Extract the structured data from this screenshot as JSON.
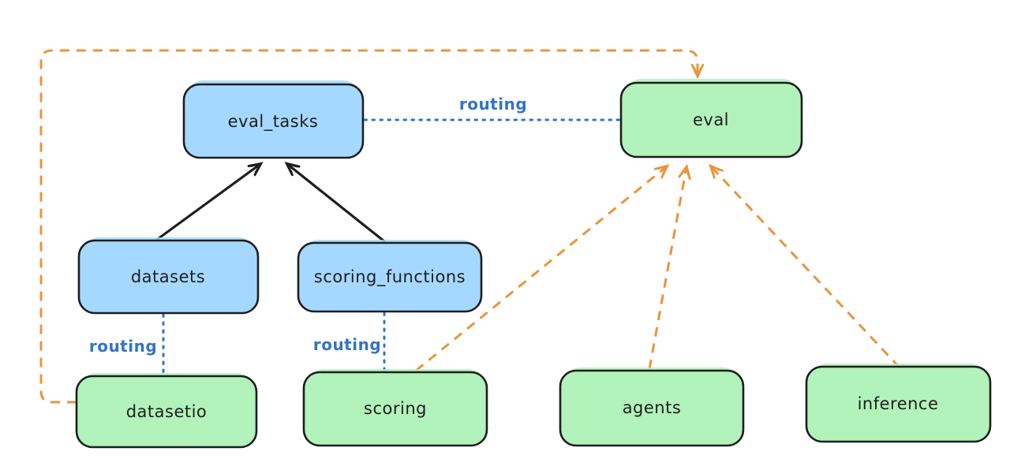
{
  "diagram": {
    "background": "#ffffff",
    "colors": {
      "registry_box_fill": "#a5d8ff",
      "provider_box_fill": "#b2f2bb",
      "box_stroke": "#1e1e1e",
      "box_text": "#1e1e1e",
      "solid_arrow": "#1e1e1e",
      "routing_line_and_text": "#3274c6",
      "dashed_arrow": "#e8953c"
    },
    "nodes": {
      "eval_tasks": {
        "label": "eval_tasks"
      },
      "eval": {
        "label": "eval"
      },
      "datasets": {
        "label": "datasets"
      },
      "scoring_functions": {
        "label": "scoring_functions"
      },
      "datasetio": {
        "label": "datasetio"
      },
      "scoring": {
        "label": "scoring"
      },
      "agents": {
        "label": "agents"
      },
      "inference": {
        "label": "inference"
      }
    },
    "edge_labels": {
      "routing_eval_tasks_eval": "routing",
      "routing_datasets_datasetio": "routing",
      "routing_scoring_functions_scoring": "routing"
    },
    "edges": [
      {
        "from": "datasets",
        "to": "eval_tasks",
        "style": "solid-arrow"
      },
      {
        "from": "scoring_functions",
        "to": "eval_tasks",
        "style": "solid-arrow"
      },
      {
        "from": "eval_tasks",
        "to": "eval",
        "style": "dotted",
        "label": "routing"
      },
      {
        "from": "datasets",
        "to": "datasetio",
        "style": "dotted",
        "label": "routing"
      },
      {
        "from": "scoring_functions",
        "to": "scoring",
        "style": "dotted",
        "label": "routing"
      },
      {
        "from": "datasetio",
        "to": "eval",
        "style": "dashed-arrow"
      },
      {
        "from": "scoring",
        "to": "eval",
        "style": "dashed-arrow"
      },
      {
        "from": "agents",
        "to": "eval",
        "style": "dashed-arrow"
      },
      {
        "from": "inference",
        "to": "eval",
        "style": "dashed-arrow"
      }
    ]
  }
}
